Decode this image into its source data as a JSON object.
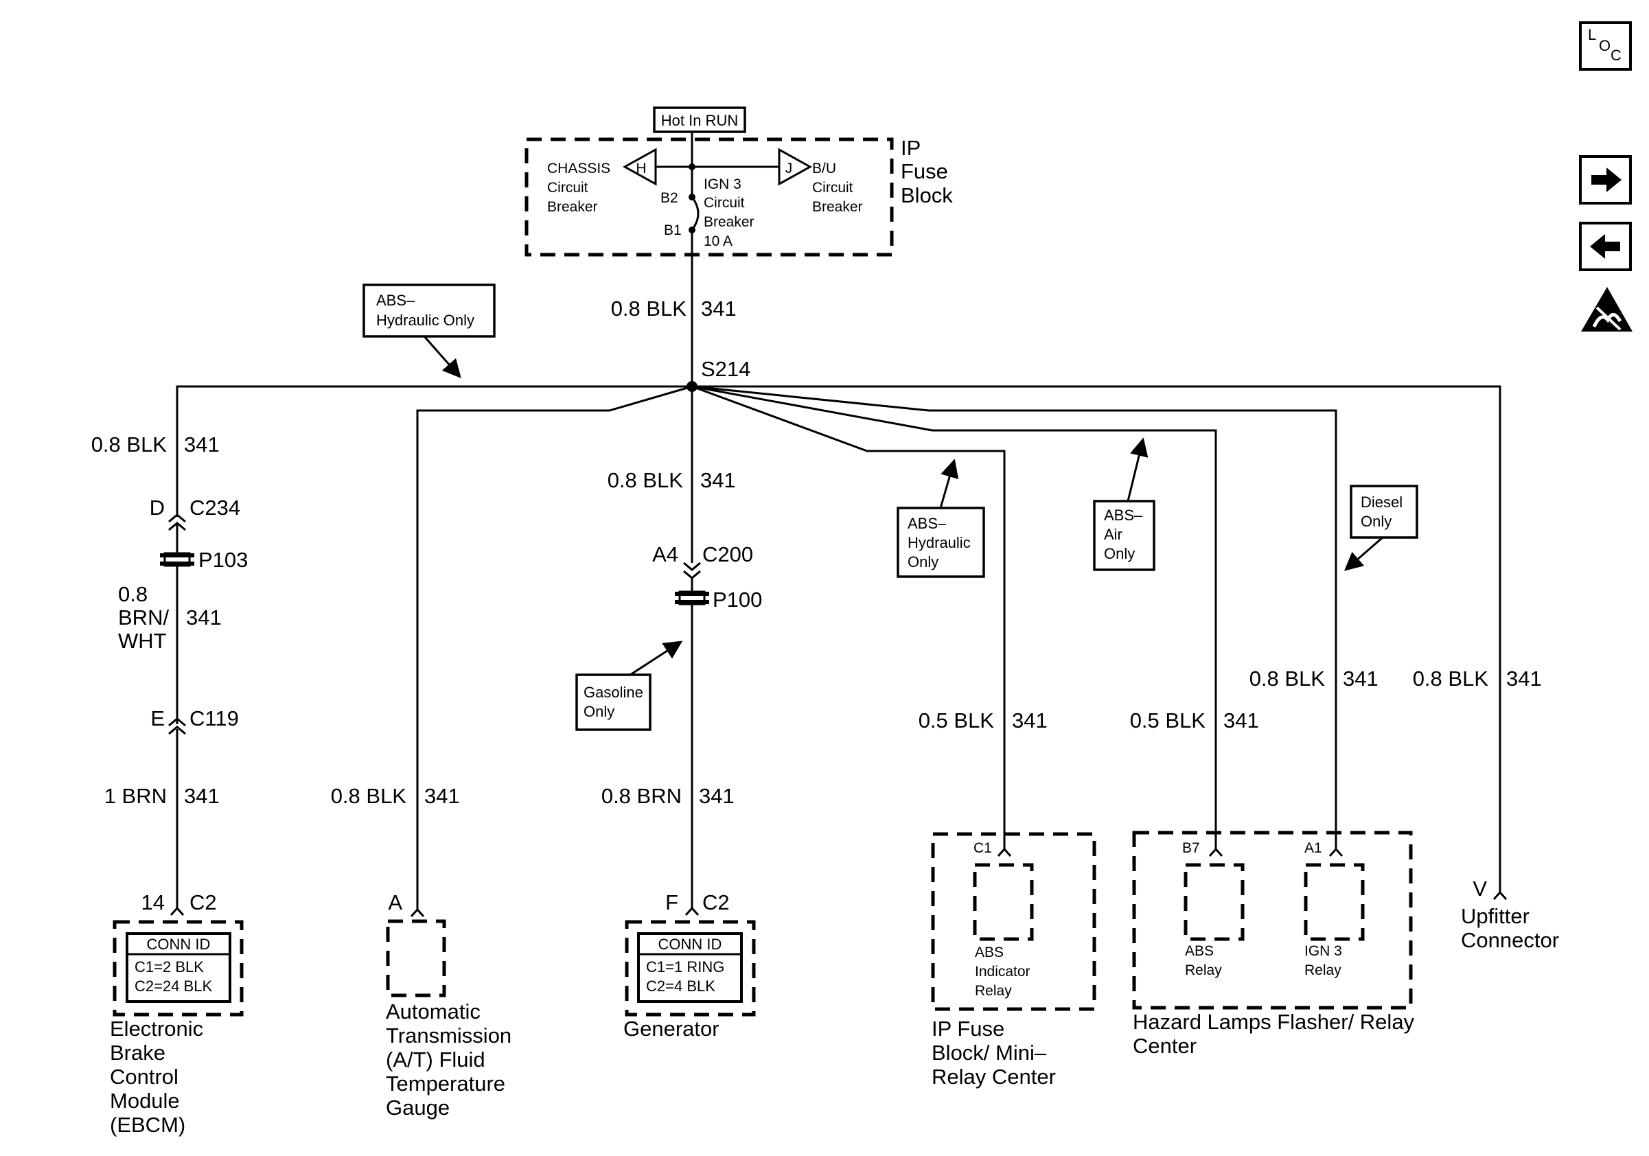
{
  "header": {
    "hot_label": "Hot In RUN"
  },
  "nav": {
    "loc_L": "L",
    "loc_O": "O",
    "loc_C": "C"
  },
  "fuse_block": {
    "name": [
      "IP",
      "Fuse",
      "Block"
    ],
    "chassis": [
      "CHASSIS",
      "Circuit",
      "Breaker"
    ],
    "chassis_pin": "H",
    "bu": [
      "B/U",
      "Circuit",
      "Breaker"
    ],
    "bu_pin": "J",
    "ign3": [
      "IGN 3",
      "Circuit",
      "Breaker",
      "10 A"
    ],
    "b2": "B2",
    "b1": "B1"
  },
  "main_wire": {
    "gauge": "0.8 BLK",
    "circuit": "341"
  },
  "splice": "S214",
  "notes": {
    "abs_hyd_top": [
      "ABS–",
      "Hydraulic Only"
    ],
    "abs_hyd": [
      "ABS–",
      "Hydraulic",
      "Only"
    ],
    "abs_air": [
      "ABS–",
      "Air",
      "Only"
    ],
    "diesel": [
      "Diesel",
      "Only"
    ],
    "gasoline": [
      "Gasoline",
      "Only"
    ]
  },
  "ebcm_branch": {
    "wire1": {
      "gauge": "0.8 BLK",
      "circuit": "341"
    },
    "c234_pin": "D",
    "c234": "C234",
    "p103": "P103",
    "wire2": {
      "gauge": [
        "0.8",
        "BRN/",
        "WHT"
      ],
      "circuit": "341"
    },
    "c119_pin": "E",
    "c119": "C119",
    "wire3": {
      "gauge": "1 BRN",
      "circuit": "341"
    },
    "pin": "14",
    "conn": "C2",
    "conn_id": {
      "title": "CONN ID",
      "lines": [
        "C1=2 BLK",
        "C2=24 BLK"
      ]
    },
    "name": [
      "Electronic",
      "Brake",
      "Control",
      "Module",
      "(EBCM)"
    ]
  },
  "trans_branch": {
    "wire": {
      "gauge": "0.8 BLK",
      "circuit": "341"
    },
    "pin": "A",
    "name": [
      "Automatic",
      "Transmission",
      "(A/T) Fluid",
      "Temperature",
      "Gauge"
    ]
  },
  "gen_branch": {
    "wire1": {
      "gauge": "0.8 BLK",
      "circuit": "341"
    },
    "c200_pin": "A4",
    "c200": "C200",
    "p100": "P100",
    "wire2": {
      "gauge": "0.8 BRN",
      "circuit": "341"
    },
    "pin": "F",
    "conn": "C2",
    "conn_id": {
      "title": "CONN ID",
      "lines": [
        "C1=1 RING",
        "C2=4 BLK"
      ]
    },
    "name": [
      "Generator"
    ]
  },
  "ip_relay_branch": {
    "wire": {
      "gauge": "0.5 BLK",
      "circuit": "341"
    },
    "pin": "C1",
    "relay": [
      "ABS",
      "Indicator",
      "Relay"
    ],
    "name": [
      "IP Fuse",
      "Block/ Mini–",
      "Relay Center"
    ]
  },
  "hazard_branch": {
    "wire_abs": {
      "gauge": "0.5 BLK",
      "circuit": "341"
    },
    "wire_ign": {
      "gauge": "0.8 BLK",
      "circuit": "341"
    },
    "pin_abs": "B7",
    "pin_ign": "A1",
    "relay_abs": [
      "ABS",
      "Relay"
    ],
    "relay_ign": [
      "IGN 3",
      "Relay"
    ],
    "name": [
      "Hazard Lamps Flasher/ Relay",
      "Center"
    ]
  },
  "upfitter_branch": {
    "wire": {
      "gauge": "0.8 BLK",
      "circuit": "341"
    },
    "pin": "V",
    "name": [
      "Upfitter",
      "Connector"
    ]
  }
}
